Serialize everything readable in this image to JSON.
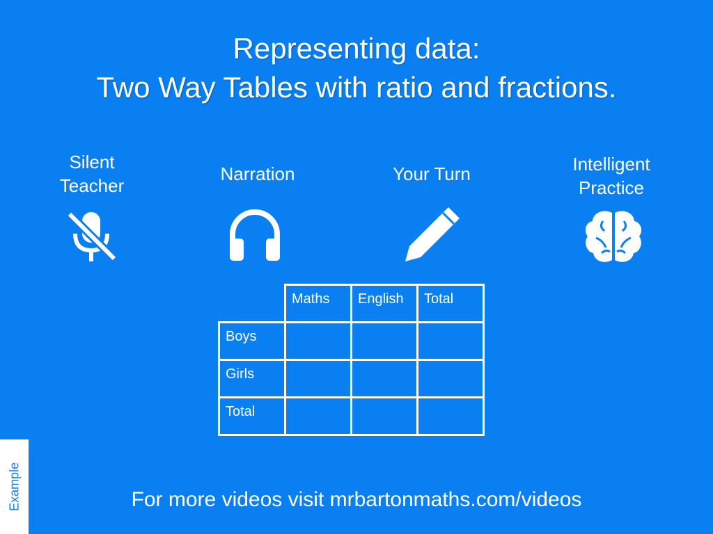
{
  "title": {
    "line1": "Representing data:",
    "line2": "Two Way Tables with ratio and fractions."
  },
  "modes": [
    {
      "label_line1": "Silent",
      "label_line2": "Teacher",
      "icon": "muted-microphone-icon"
    },
    {
      "label_line1": "Narration",
      "label_line2": "",
      "icon": "headphones-icon"
    },
    {
      "label_line1": "Your Turn",
      "label_line2": "",
      "icon": "pencil-icon"
    },
    {
      "label_line1": "Intelligent",
      "label_line2": "Practice",
      "icon": "brain-icon"
    }
  ],
  "table": {
    "column_headers": [
      "Maths",
      "English",
      "Total"
    ],
    "row_headers": [
      "Boys",
      "Girls",
      "Total"
    ],
    "cells": [
      [
        "",
        "",
        ""
      ],
      [
        "",
        "",
        ""
      ],
      [
        "",
        "",
        ""
      ]
    ]
  },
  "side_tab": {
    "label": "Example"
  },
  "footer": {
    "text": "For more videos visit ",
    "link": "mrbartonmaths.com/videos"
  },
  "colors": {
    "background": "#0A7FF2",
    "foreground": "#ffffff"
  }
}
